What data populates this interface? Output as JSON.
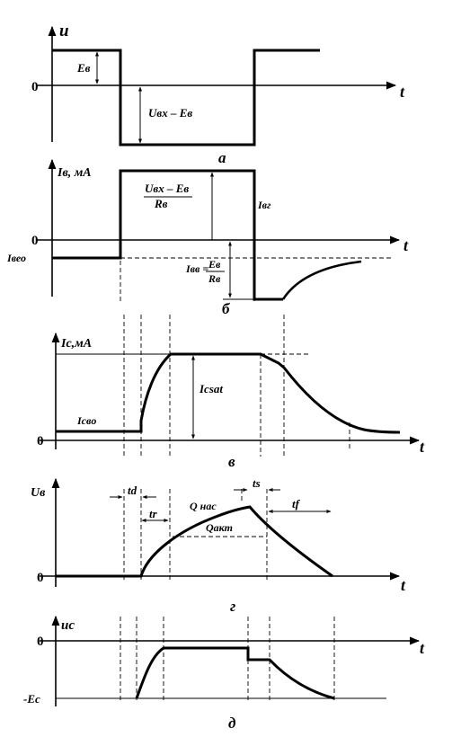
{
  "panel_a": {
    "y_axis": "u",
    "x_axis": "t",
    "zero": "0",
    "e_label": "Eв",
    "diff_label": "Uвх – Eв",
    "caption": "a"
  },
  "panel_b": {
    "y_axis": "Iв, мА",
    "x_axis": "t",
    "zero": "0",
    "ibeo": "Iвео",
    "frac1_num": "Uвх – Eв",
    "frac1_den": "Rв",
    "ivr1": "Iвг",
    "ivr2": "Iвв =",
    "frac2_num": "Eв",
    "frac2_den": "Rв",
    "caption": "б"
  },
  "panel_c": {
    "y_axis": "Ic,мА",
    "x_axis": "t",
    "zero": "0",
    "icvo": "Icвo",
    "icsat": "Icsat",
    "caption": "в"
  },
  "panel_d": {
    "y_axis": "Uв",
    "x_axis": "t",
    "zero": "0",
    "td": "td",
    "tr": "tr",
    "ts": "ts",
    "tf": "tf",
    "qnas": "Q нас",
    "qakt": "Qакт",
    "caption": "г"
  },
  "panel_e": {
    "y_axis": "uc",
    "x_axis": "t",
    "zero": "0",
    "ec": "-Ec",
    "caption": "д"
  },
  "colors": {
    "ink": "#000000",
    "background": "#ffffff"
  }
}
